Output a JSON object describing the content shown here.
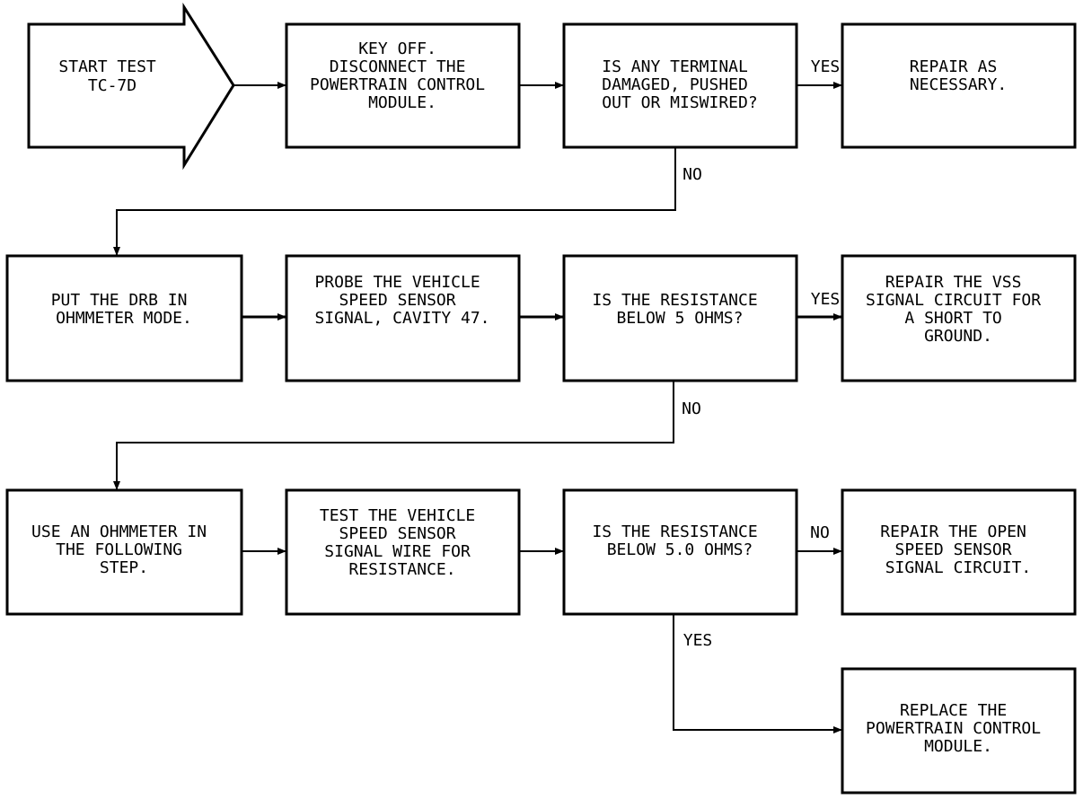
{
  "start": {
    "lines": [
      "START TEST",
      "TC-7D"
    ]
  },
  "boxes": [
    {
      "id": "key-off",
      "lines": [
        "KEY OFF.",
        "DISCONNECT THE",
        "POWERTRAIN CONTROL",
        "MODULE."
      ]
    },
    {
      "id": "terminal-check",
      "lines": [
        "IS ANY TERMINAL",
        "DAMAGED, PUSHED",
        "OUT OR MISWIRED?"
      ]
    },
    {
      "id": "repair-necessary",
      "lines": [
        "REPAIR AS",
        "NECESSARY."
      ]
    },
    {
      "id": "drb-ohmmeter",
      "lines": [
        "PUT THE DRB IN",
        "OHMMETER MODE."
      ]
    },
    {
      "id": "probe-vss",
      "lines": [
        "PROBE THE VEHICLE",
        "SPEED SENSOR",
        "SIGNAL, CAVITY 47."
      ]
    },
    {
      "id": "resistance-below-5",
      "lines": [
        "IS THE RESISTANCE",
        "BELOW 5 OHMS?"
      ]
    },
    {
      "id": "repair-short",
      "lines": [
        "REPAIR THE VSS",
        "SIGNAL CIRCUIT FOR",
        "A SHORT TO",
        "GROUND."
      ]
    },
    {
      "id": "use-ohmmeter",
      "lines": [
        "USE AN OHMMETER IN",
        "THE FOLLOWING",
        "STEP."
      ]
    },
    {
      "id": "test-vss-wire",
      "lines": [
        "TEST THE VEHICLE",
        "SPEED SENSOR",
        "SIGNAL WIRE FOR",
        "RESISTANCE."
      ]
    },
    {
      "id": "resistance-below-5-0",
      "lines": [
        "IS THE RESISTANCE",
        "BELOW 5.0 OHMS?"
      ]
    },
    {
      "id": "repair-open",
      "lines": [
        "REPAIR THE OPEN",
        "SPEED SENSOR",
        "SIGNAL CIRCUIT."
      ]
    },
    {
      "id": "replace-pcm",
      "lines": [
        "REPLACE THE",
        "POWERTRAIN CONTROL",
        "MODULE."
      ]
    }
  ],
  "edge_labels": {
    "yes_1": "YES",
    "no_1": "NO",
    "yes_2": "YES",
    "no_2": "NO",
    "no_3": "NO",
    "yes_3": "YES"
  }
}
